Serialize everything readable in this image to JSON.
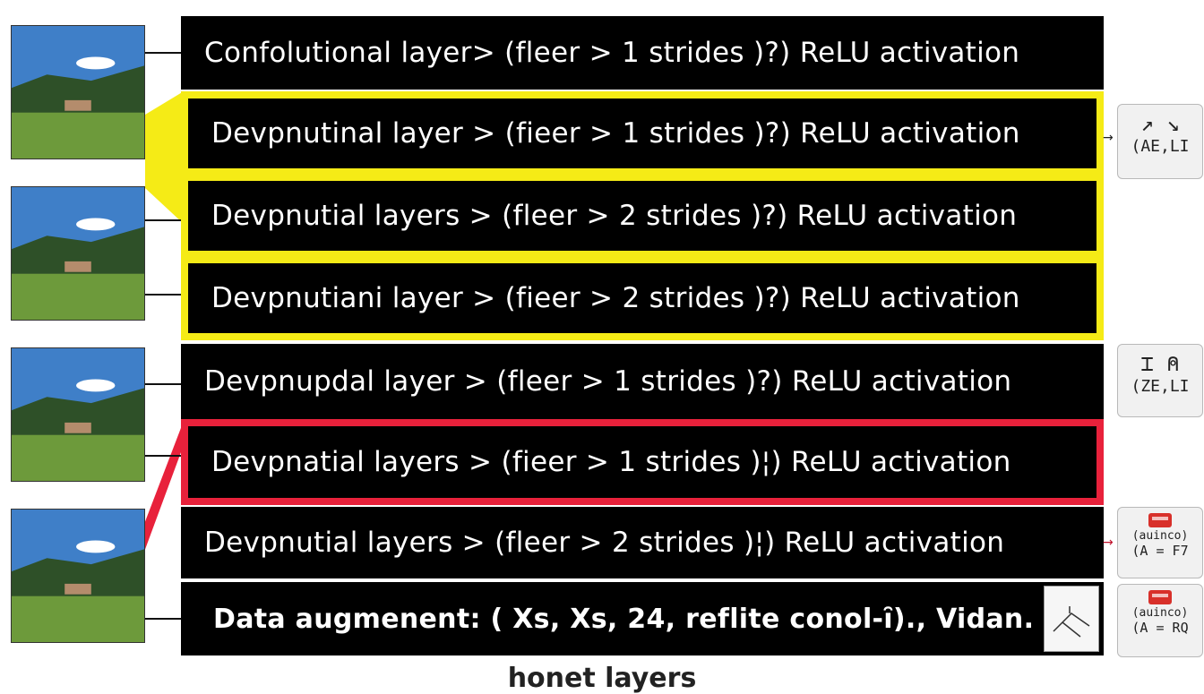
{
  "layers": [
    {
      "text": "Confolutional layer> (fleer > 1 strides )?)  ReLU activation",
      "highlight": "none"
    },
    {
      "text": "Devpnutinal layer > (fieer > 1 strides )?)  ReLU activation",
      "highlight": "yellow"
    },
    {
      "text": "Devpnutial layers  > (fleer > 2 strides )?)  ReLU activation",
      "highlight": "yellow"
    },
    {
      "text": "Devpnutiani layer > (fieer > 2 strides )?)  ReLU activation",
      "highlight": "yellow"
    },
    {
      "text": "Devpnupdal layer > (fleer > 1 strides )?)  ReLU activation",
      "highlight": "none"
    },
    {
      "text": "Devpnatial layers  > (fieer > 1 strides )¦)  ReLU activation",
      "highlight": "red"
    },
    {
      "text": "Devpnutial layers  > (fleer > 2 strides )¦)  ReLU activation",
      "highlight": "none"
    }
  ],
  "augmentation": {
    "text": "Data augmenent: ( Xs, Xs, 24, reflite conol-ȋ)., Vidan."
  },
  "side_cards": [
    {
      "glyph": "↗ ↘",
      "code": "(AE,LI"
    },
    {
      "glyph": "⌶ ⍝",
      "code": "(ZE,LI"
    },
    {
      "code1": "(auinco)",
      "code2": "(A = F7"
    },
    {
      "code1": "(auinco)",
      "code2": "(A = RQ"
    }
  ],
  "footer": {
    "title": "honet layers"
  },
  "colors": {
    "bar": "#000000",
    "yellow": "#f5eb16",
    "red": "#e8213b",
    "background": "#ffffff"
  },
  "icons": [
    "landscape-thumbnail",
    "arrow-icon",
    "chip-icon",
    "sketch-icon"
  ]
}
